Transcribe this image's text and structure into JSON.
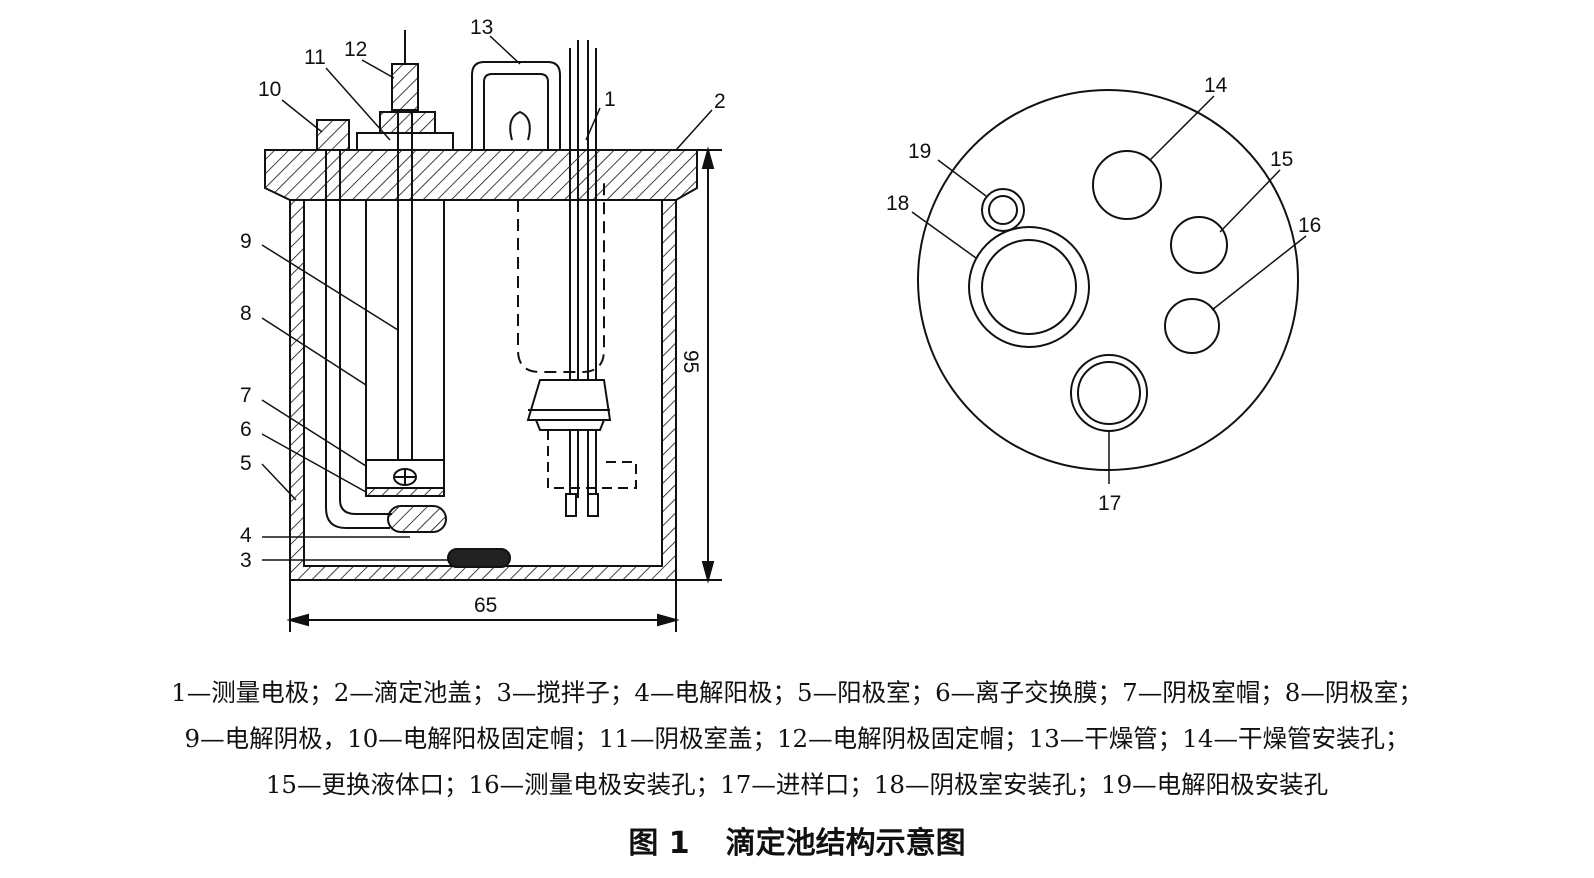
{
  "figure": {
    "side_view": {
      "labels": [
        {
          "id": "1",
          "text": "1"
        },
        {
          "id": "2",
          "text": "2"
        },
        {
          "id": "3",
          "text": "3"
        },
        {
          "id": "4",
          "text": "4"
        },
        {
          "id": "5",
          "text": "5"
        },
        {
          "id": "6",
          "text": "6"
        },
        {
          "id": "7",
          "text": "7"
        },
        {
          "id": "8",
          "text": "8"
        },
        {
          "id": "9",
          "text": "9"
        },
        {
          "id": "10",
          "text": "10"
        },
        {
          "id": "11",
          "text": "11"
        },
        {
          "id": "12",
          "text": "12"
        },
        {
          "id": "13",
          "text": "13"
        }
      ],
      "dimension_width": "65",
      "dimension_height": "95"
    },
    "top_view": {
      "labels": [
        {
          "id": "14",
          "text": "14"
        },
        {
          "id": "15",
          "text": "15"
        },
        {
          "id": "16",
          "text": "16"
        },
        {
          "id": "17",
          "text": "17"
        },
        {
          "id": "18",
          "text": "18"
        },
        {
          "id": "19",
          "text": "19"
        }
      ]
    }
  },
  "caption": {
    "line1": "1—测量电极；2—滴定池盖；3—搅拌子；4—电解阳极；5—阳极室；6—离子交换膜；7—阴极室帽；8—阴极室；",
    "line2": "9—电解阴极，10—电解阳极固定帽；11—阴极室盖；12—电解阴极固定帽；13—干燥管；14—干燥管安装孔；",
    "line3": "15—更换液体口；16—测量电极安装孔；17—进样口；18—阴极室安装孔；19—电解阳极安装孔"
  },
  "title": {
    "number": "图 1",
    "text": "滴定池结构示意图"
  }
}
